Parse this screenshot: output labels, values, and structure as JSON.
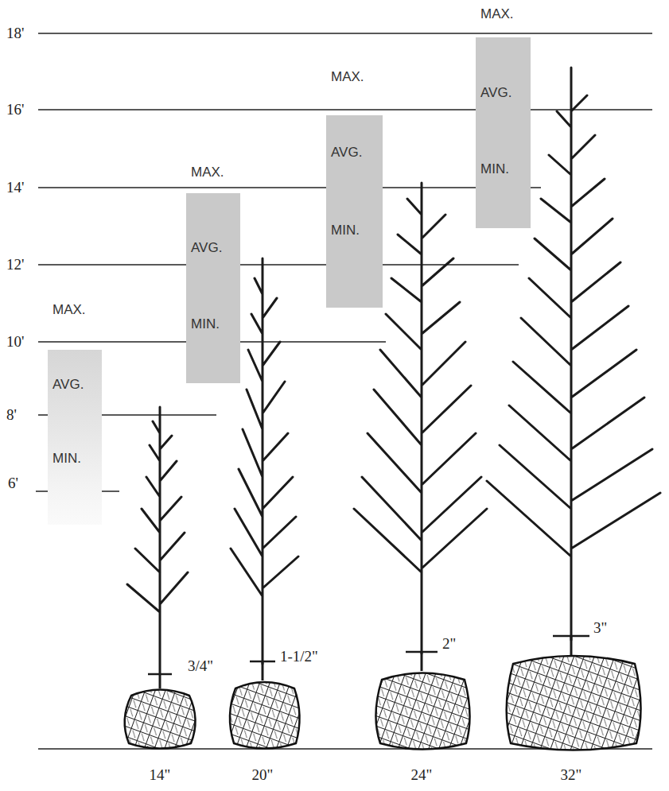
{
  "diagram": {
    "nodes": [
      {
        "text": [
          "MAX.",
          "AVG.",
          "MIN."
        ]
      },
      {
        "text": [
          "MAX.",
          "AVG.",
          "MIN."
        ]
      },
      {
        "text": [
          "MAX.",
          "AVG.",
          "MIN."
        ]
      },
      {
        "text": [
          "MAX.",
          "AVG.",
          "MIN."
        ]
      }
    ],
    "labels": [
      "18'",
      "16'",
      "14'",
      "12'",
      "10'",
      "8'",
      "6'",
      "3/4\"",
      "1-1/2\"",
      "2\"",
      "3\"",
      "14\"",
      "20\"",
      "24\"",
      "32\""
    ]
  }
}
